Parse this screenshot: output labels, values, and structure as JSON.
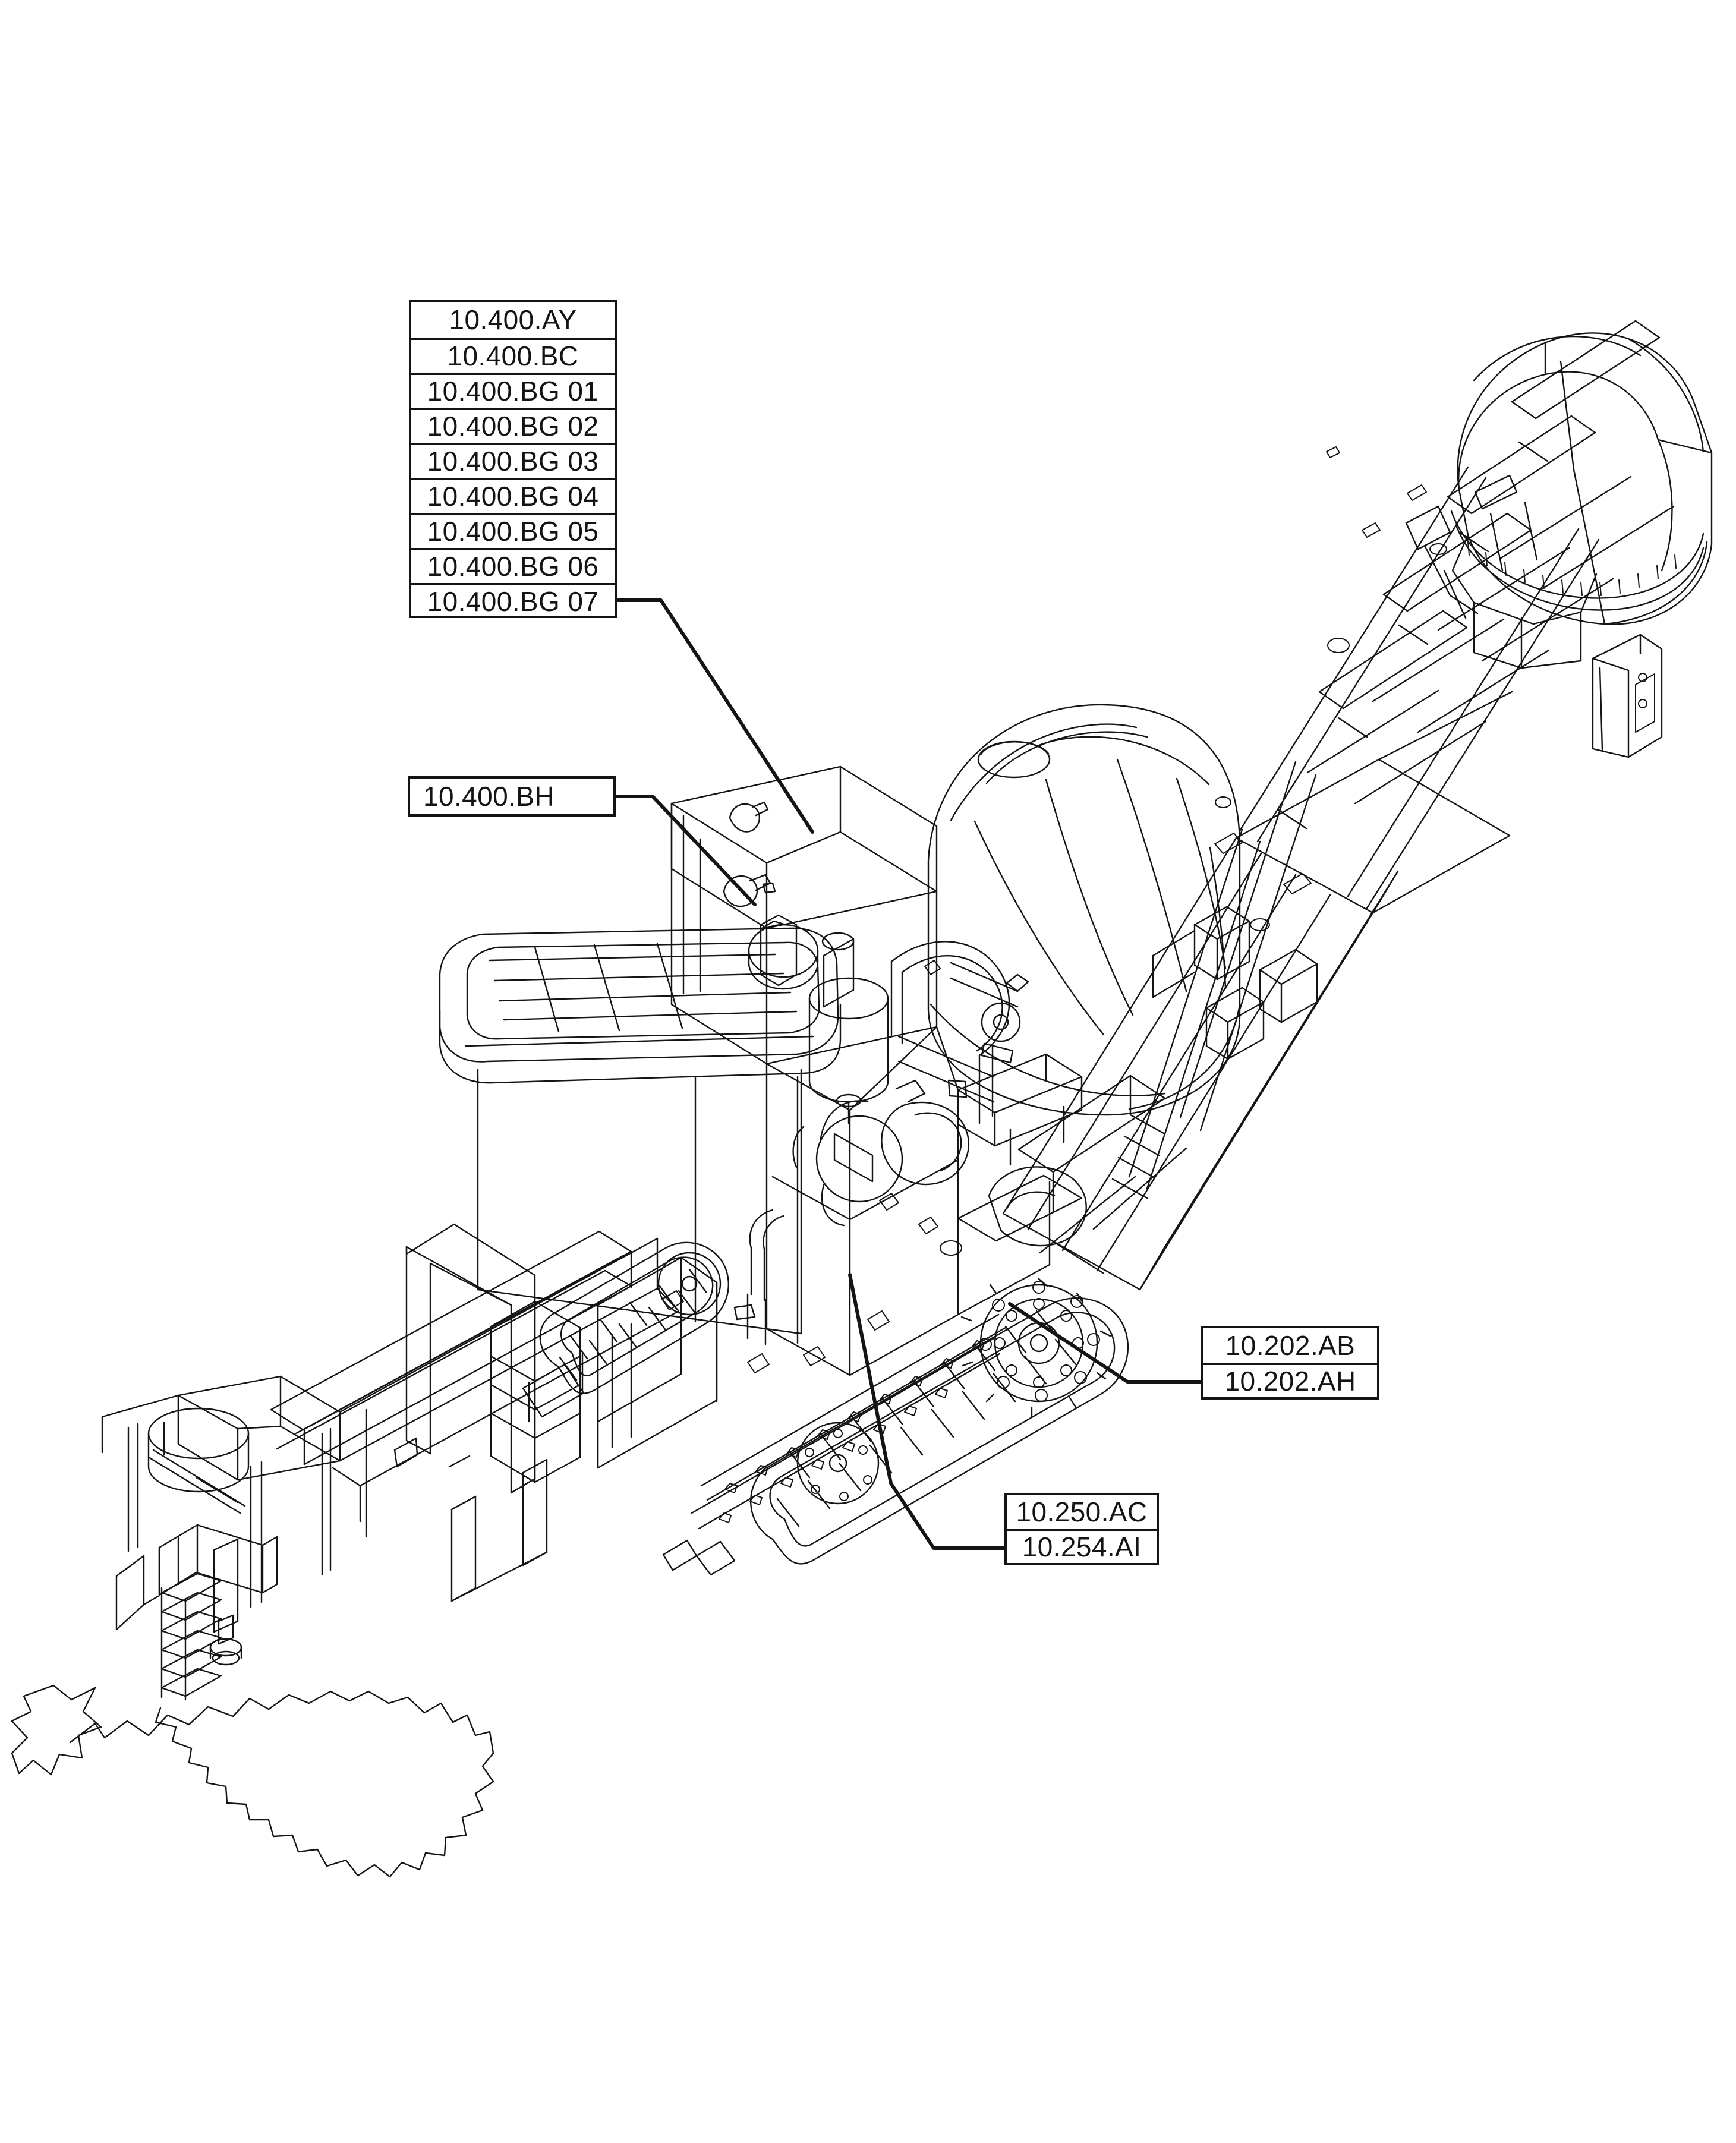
{
  "document": {
    "type": "technical-parts-diagram",
    "subject": "cold planer road milling machine isometric line drawing",
    "background_color": "#ffffff",
    "line_color": "#141414"
  },
  "callouts": [
    {
      "id": "stack-main",
      "name": "callout-stack-main",
      "rows": [
        "10.400.AY",
        "10.400.BC",
        "10.400.BG 01",
        "10.400.BG 02",
        "10.400.BG 03",
        "10.400.BG 04",
        "10.400.BG 05",
        "10.400.BG 06",
        "10.400.BG 07"
      ]
    },
    {
      "id": "box-bh",
      "name": "callout-box-bh",
      "rows": [
        "10.400.BH"
      ]
    },
    {
      "id": "stack-202",
      "name": "callout-stack-202",
      "rows": [
        "10.202.AB",
        "10.202.AH"
      ]
    },
    {
      "id": "stack-250",
      "name": "callout-stack-250",
      "rows": [
        "10.250.AC",
        "10.254.AI"
      ]
    }
  ],
  "leaders": [
    {
      "name": "leader-bg07",
      "from_callout": "stack-main",
      "to_part": "engine-hood-top"
    },
    {
      "name": "leader-bh",
      "from_callout": "box-bh",
      "to_part": "engine-compartment-filter"
    },
    {
      "name": "leader-202",
      "from_callout": "stack-202",
      "to_part": "track-drive-sprocket"
    },
    {
      "name": "leader-254",
      "from_callout": "stack-250",
      "to_part": "machine-frame-side"
    }
  ]
}
